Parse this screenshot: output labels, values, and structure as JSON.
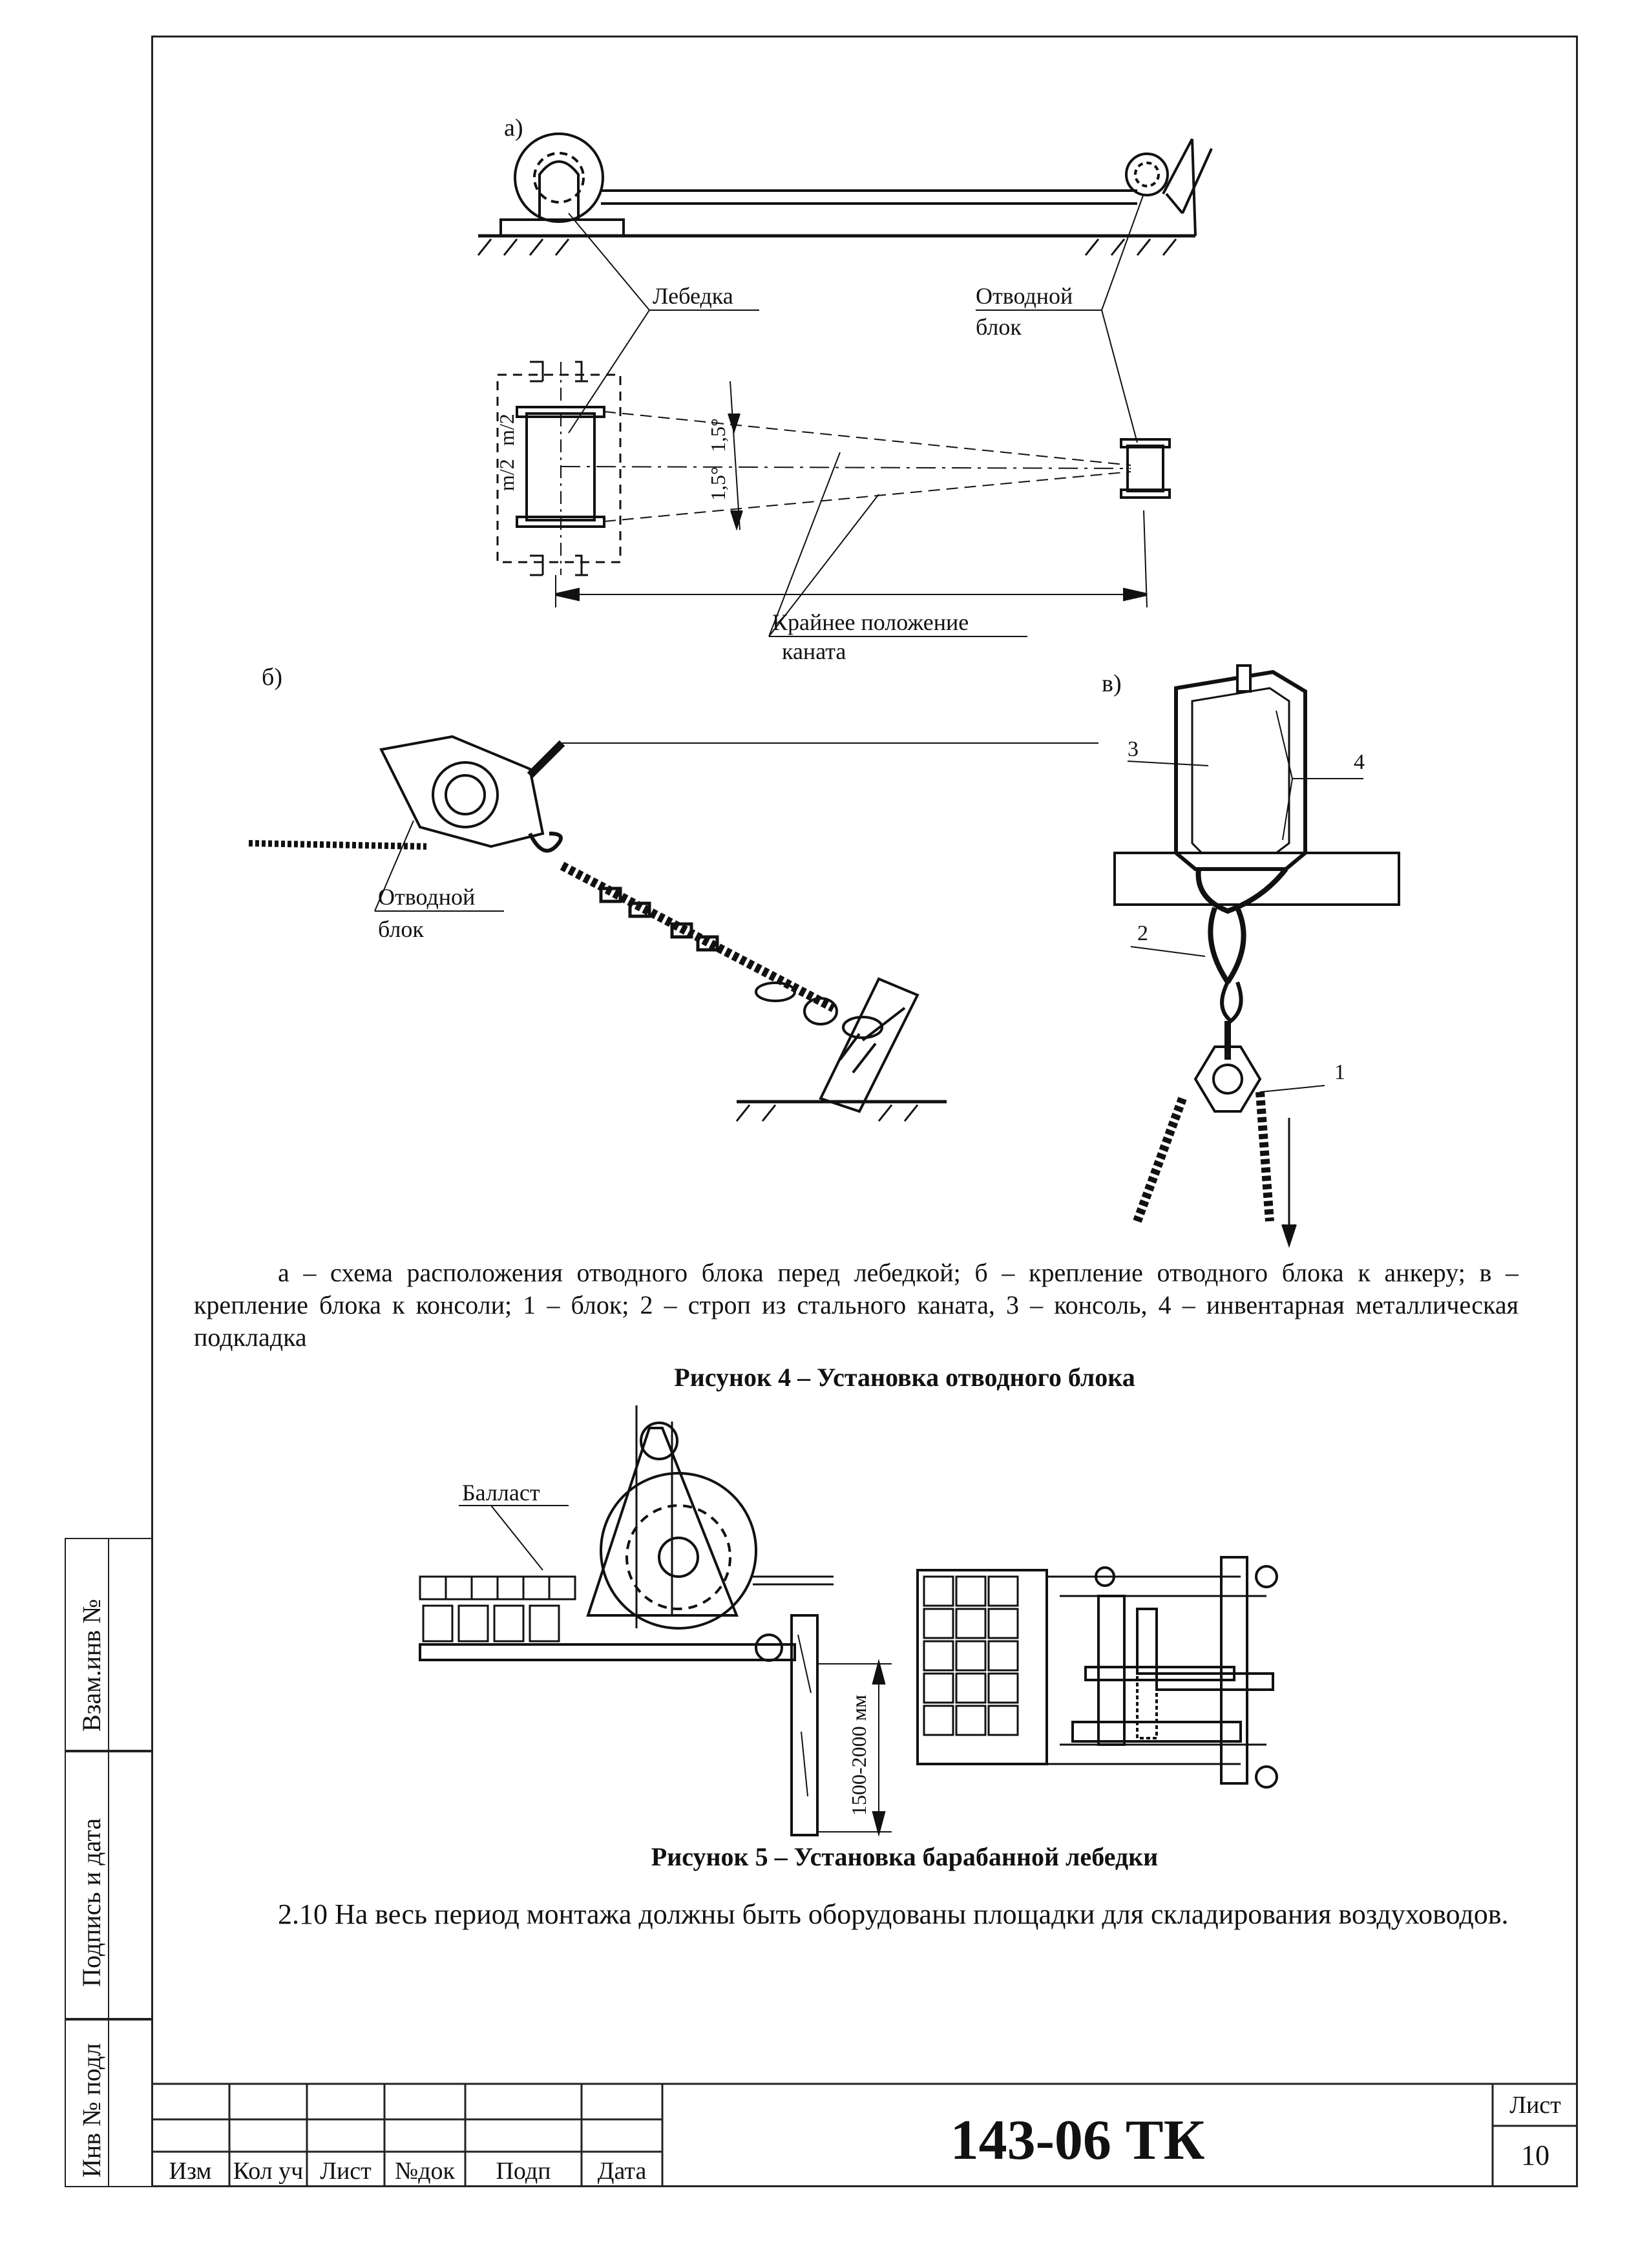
{
  "figure4": {
    "panel_a_label": "а)",
    "panel_b_label": "б)",
    "panel_c_label": "в)",
    "winch_label": "Лебедка",
    "block_label_line1": "Отводной",
    "block_label_line2": "блок",
    "angle_label": "1,5°",
    "angle_label2": "1,5°",
    "half_m_label": "m/2",
    "half_m_label2": "m/2",
    "extreme_line1": "Крайнее положение",
    "extreme_line2": "каната",
    "anchor_block_line1": "Отводной",
    "anchor_block_line2": "блок",
    "num1": "1",
    "num2": "2",
    "num3": "3",
    "num4": "4",
    "caption": "а – схема расположения отводного блока перед лебедкой; б – крепление отводного блока к анкеру; в – крепление блока к консоли; 1 – блок; 2 – строп из стального каната, 3 – консоль, 4 – инвентарная металлическая подкладка",
    "title": "Рисунок 4 – Установка отводного блока"
  },
  "figure5": {
    "ballast_label": "Балласт",
    "dimension_label": "1500-2000 мм",
    "title": "Рисунок 5 – Установка барабанной лебедки"
  },
  "body": {
    "paragraph": "2.10 На весь период монтажа должны быть оборудованы площадки для складирования воздуховодов."
  },
  "side_stamp": {
    "field1": "Взам.инв №",
    "field2": "Подпись и дата",
    "field3": "Инв № подл"
  },
  "title_block": {
    "col_izm": "Изм",
    "col_kol": "Кол уч",
    "col_list": "Лист",
    "col_ndok": "№док",
    "col_podp": "Подп",
    "col_data": "Дата",
    "doc_code": "143-06 ТК",
    "sheet_label": "Лист",
    "sheet_number": "10"
  }
}
